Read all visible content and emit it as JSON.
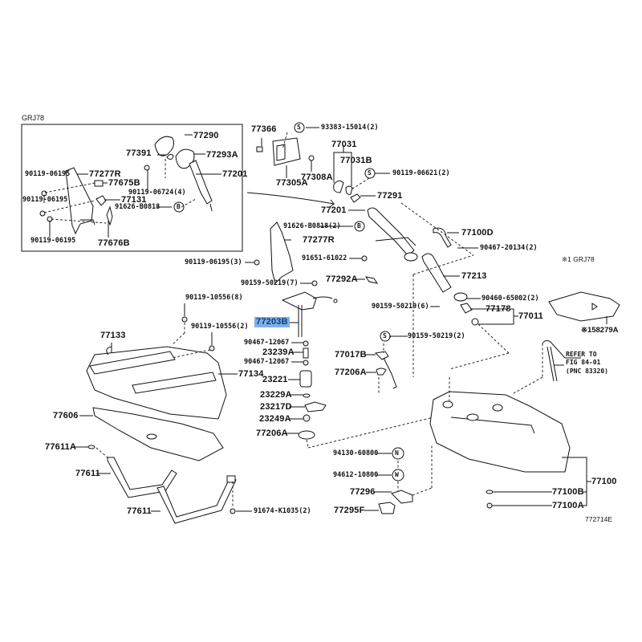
{
  "inset": {
    "title": "GRJ78",
    "labels": {
      "p77290": "77290",
      "p77391": "77391",
      "p77293A": "77293A",
      "p77201": "77201",
      "p77277R": "77277R",
      "p90119_06195_a": "90119-06195",
      "p77675B": "77675B",
      "p90119_06724": "90119-06724(4)",
      "p90119_06195_b": "90119-06195",
      "p77131": "77131",
      "p91626_B0818": "91626-B0818",
      "p90119_06195_c": "90119-06195",
      "p77676B": "77676B",
      "callout_b": "B"
    }
  },
  "main": {
    "labels": {
      "p77366": "77366",
      "p93383_15014": "93383-15014(2)",
      "p77031": "77031",
      "p77031B": "77031B",
      "p77305A": "77305A",
      "p77308A": "77308A",
      "p90119_06621": "90119-06621(2)",
      "p77291": "77291",
      "p77201": "77201",
      "p91626_B0818_2": "91626-B0818(2)",
      "p77100D": "77100D",
      "p77277R": "77277R",
      "p90467_20134": "90467-20134(2)",
      "p90119_06195_3": "90119-06195(3)",
      "p91651_61022": "91651-61022",
      "p77292A": "77292A",
      "p77213": "77213",
      "p90159_50219_7": "90159-50219(7)",
      "p90460_65002": "90460-65002(2)",
      "p90159_50219_6": "90159-50219(6)",
      "p77178": "77178",
      "p77011": "77011",
      "p90119_10556_8": "90119-10556(8)",
      "p77203B": "77203B",
      "p90119_10556_2": "90119-10556(2)",
      "p90159_50219_2": "90159-50219(2)",
      "p77133": "77133",
      "p90467_12067_a": "90467-12067",
      "p23239A": "23239A",
      "p77017B": "77017B",
      "p90467_12067_b": "90467-12067",
      "p77206A_a": "77206A",
      "p77134": "77134",
      "p23221": "23221",
      "p23229A": "23229A",
      "p77606": "77606",
      "p23217D": "23217D",
      "p23249A": "23249A",
      "p77206A_b": "77206A",
      "p77611A": "77611A",
      "p94130_60800": "94130-60800",
      "p94612_10800": "94612-10800",
      "p77611_a": "77611",
      "p77296": "77296",
      "p77100": "77100",
      "p77100B": "77100B",
      "p77611_b": "77611",
      "p91674_K1035": "91674-K1035(2)",
      "p77295F": "77295F",
      "p77100A": "77100A"
    },
    "callouts": {
      "s1": "S",
      "s2": "S",
      "s3": "S",
      "b": "B",
      "n": "N",
      "w": "W"
    },
    "notes": {
      "grj78_note": "※1 GRJ78",
      "p158279A": "※158279A",
      "refer_line1": "REFER TO",
      "refer_line2": "FIG 84-01",
      "refer_line3": "(PNC 83320)"
    },
    "figure_id": "772714E",
    "highlighted_part": "77203B",
    "highlight_color": "#7fb0e8"
  }
}
